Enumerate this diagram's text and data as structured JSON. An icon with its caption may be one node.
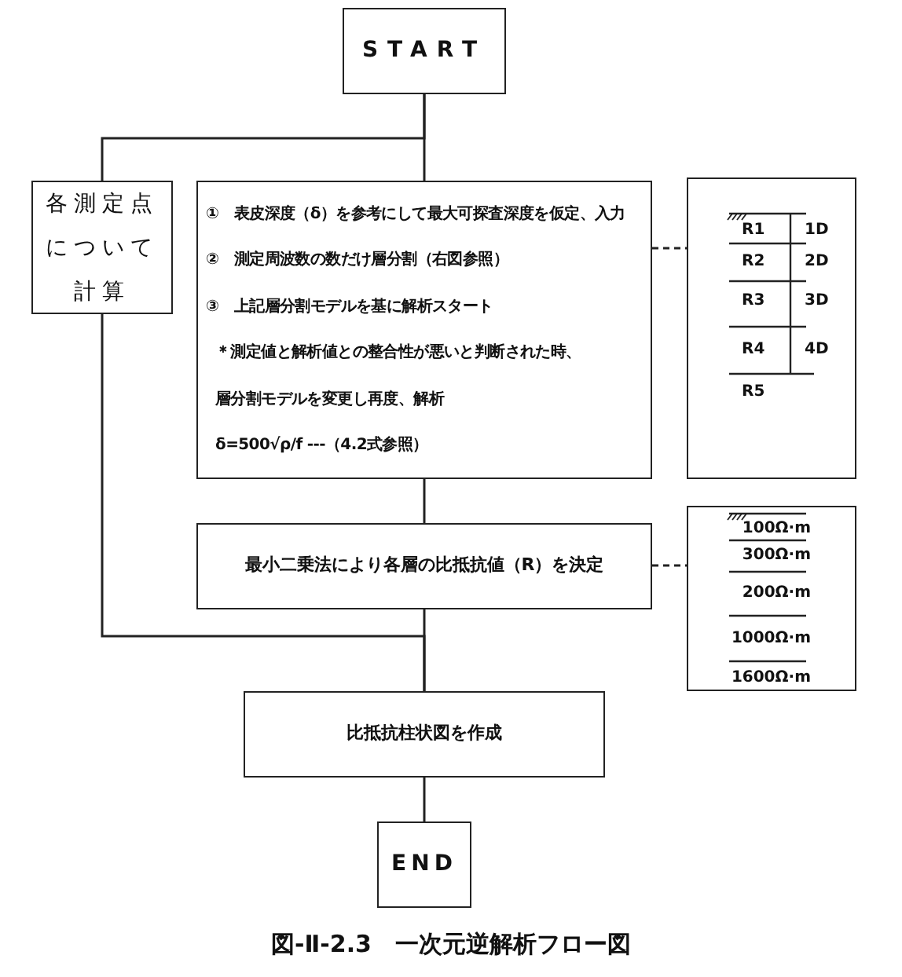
{
  "diagram": {
    "caption": "図-Ⅱ-2.3　一次元逆解析フロー図",
    "nodes": [
      {
        "text": [
          "START"
        ]
      },
      {
        "text": [
          "各測定点について計算"
        ]
      },
      {
        "text": [
          "①　表皮深度（δ）を参考にして最大可探査深度を仮定、入力",
          "②　測定周波数の数だけ層分割（右図参照）",
          "③　上記層分割モデルを基に解析スタート",
          "＊測定値と解析値との整合性が悪いと判断された時、",
          "層分割モデルを変更し再度、解析",
          "δ=500√ρ/f ---（4.2式参照）"
        ]
      },
      {
        "text": [
          "R1",
          "1D",
          "R2",
          "2D",
          "R3",
          "3D",
          "R4",
          "4D",
          "R5"
        ]
      },
      {
        "text": [
          "最小二乗法により各層の比抵抗値（R）を決定"
        ]
      },
      {
        "text": [
          "100Ω·m",
          "300Ω·m",
          "200Ω·m",
          "1000Ω·m",
          "1600Ω·m"
        ]
      },
      {
        "text": [
          "比抵抗柱状図を作成"
        ]
      },
      {
        "text": [
          "END"
        ]
      }
    ],
    "edges": [
      {
        "from": 0,
        "to": 1,
        "arrow": "none"
      },
      {
        "from": 0,
        "to": 2,
        "arrow": "none"
      },
      {
        "from": 2,
        "to": 3,
        "arrow": "none",
        "style": "dashed"
      },
      {
        "from": 2,
        "to": 4,
        "arrow": "none"
      },
      {
        "from": 4,
        "to": 5,
        "arrow": "none",
        "style": "dashed"
      },
      {
        "from": 4,
        "to": 6,
        "arrow": "none"
      },
      {
        "from": 1,
        "to": 6,
        "arrow": "none"
      },
      {
        "from": 6,
        "to": 7,
        "arrow": "none"
      }
    ]
  }
}
